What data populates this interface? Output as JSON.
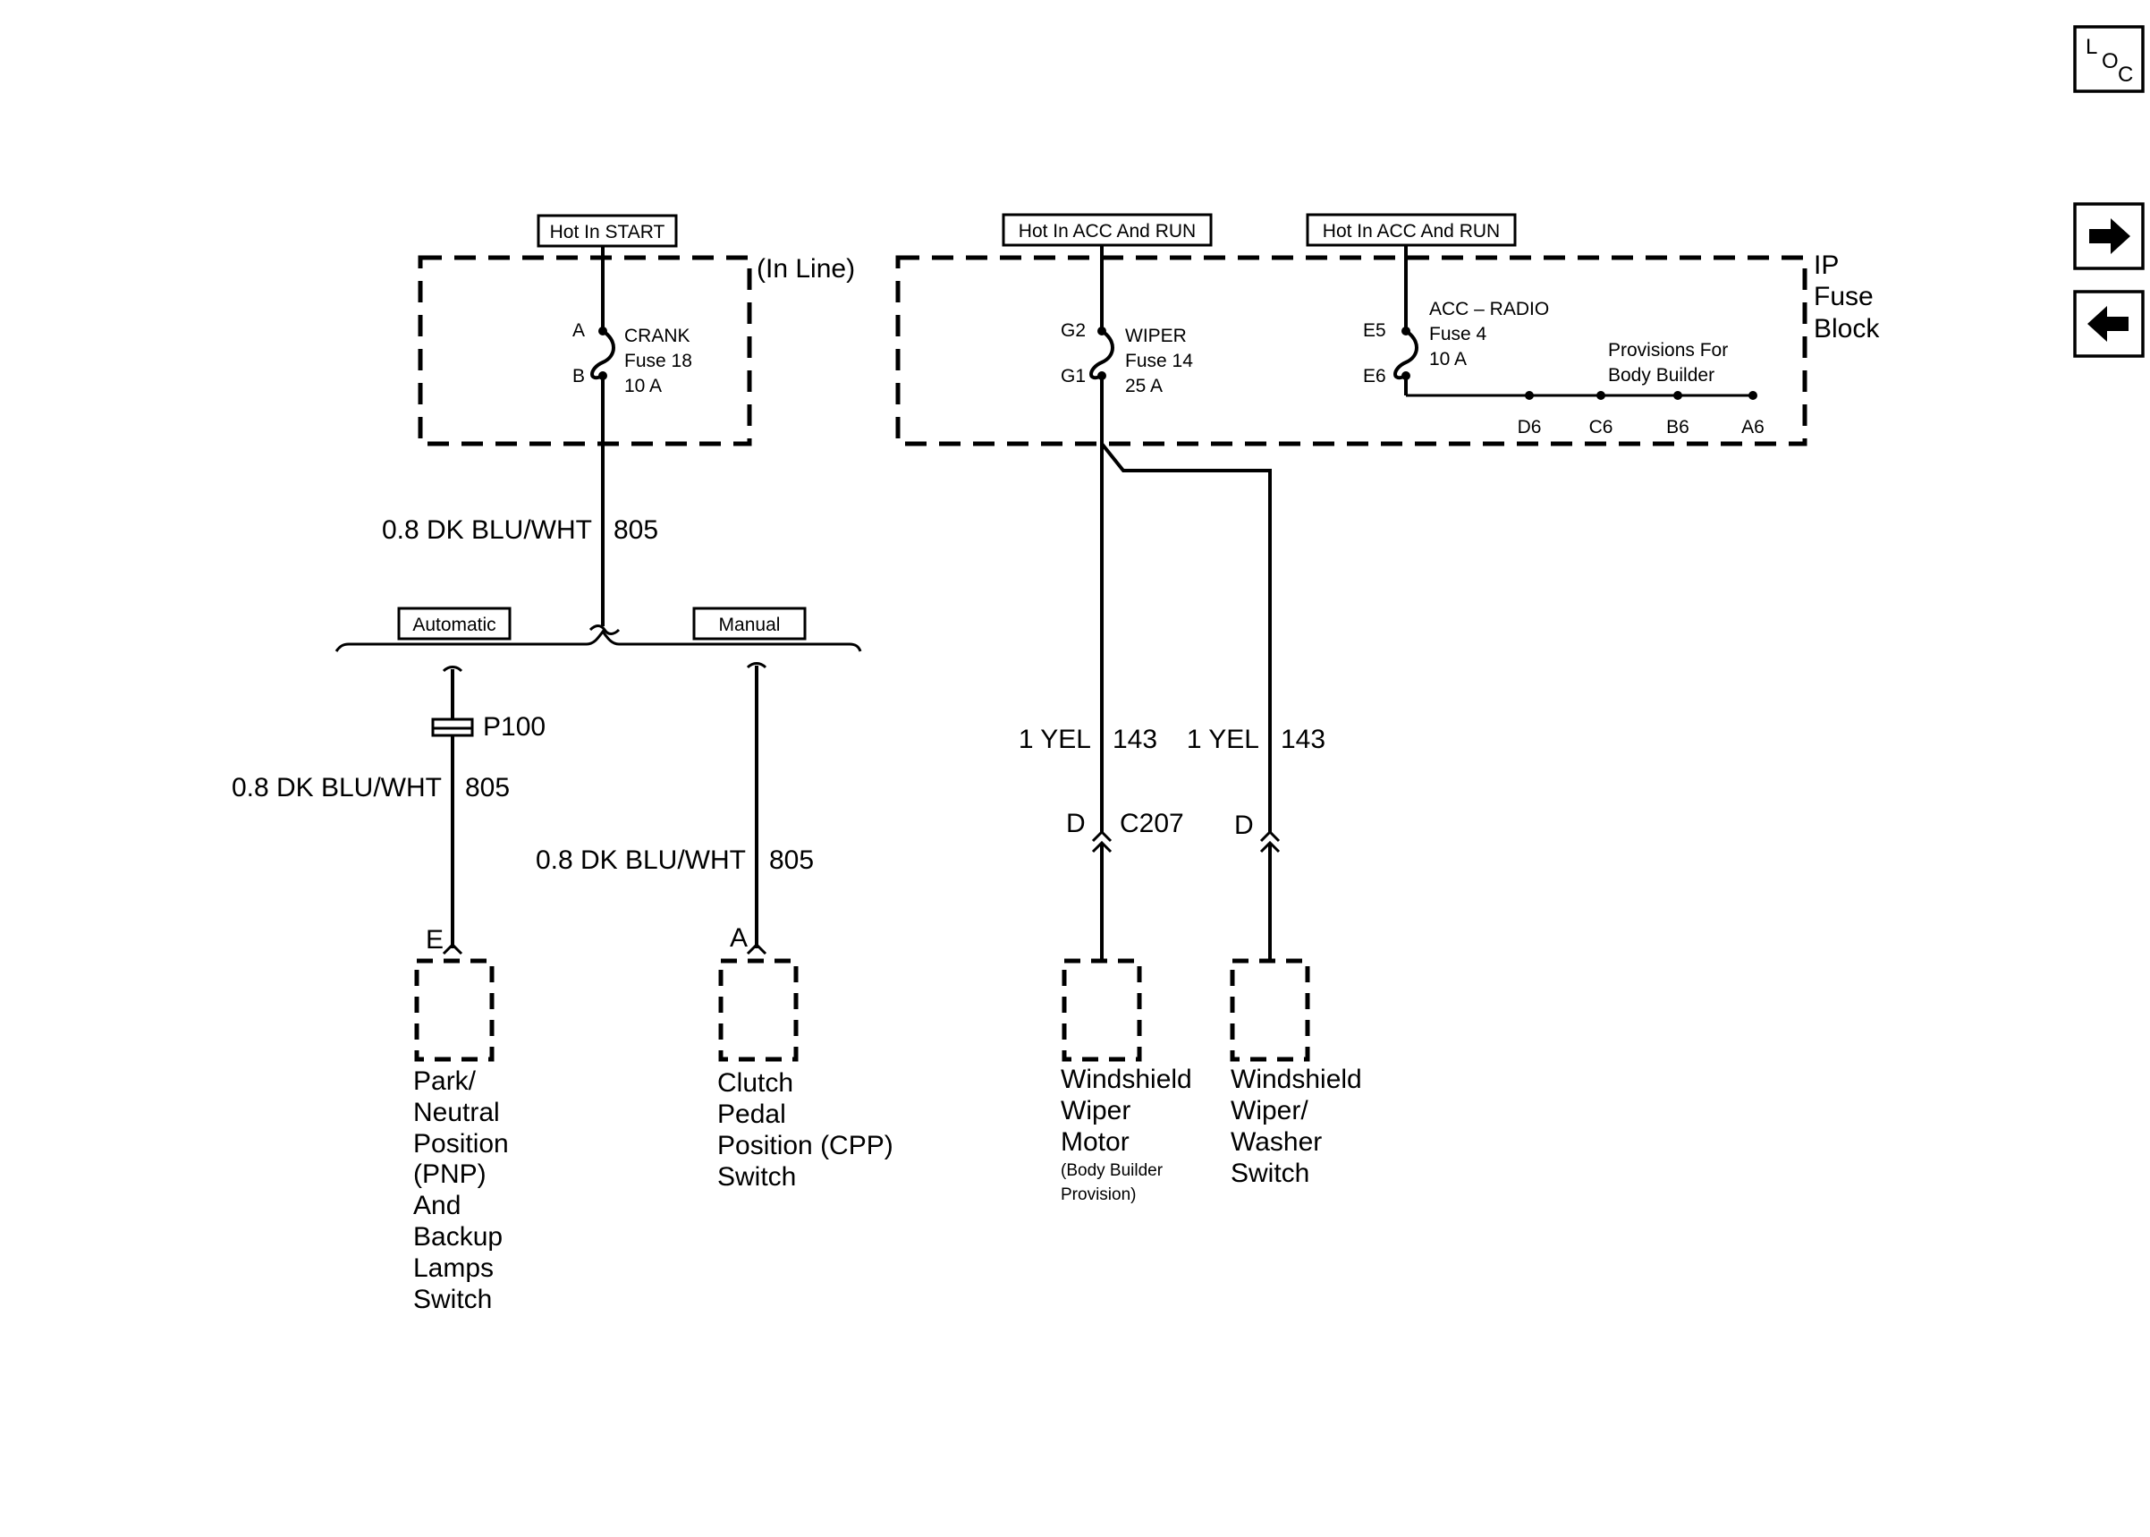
{
  "nav": {
    "loc": {
      "l": "L",
      "o": "O",
      "c": "C"
    },
    "next_icon": "arrow-right-icon",
    "prev_icon": "arrow-left-icon"
  },
  "power_labels": {
    "hot_start": "Hot In START",
    "hot_acc_run_1": "Hot In ACC And RUN",
    "hot_acc_run_2": "Hot In ACC And RUN"
  },
  "inline_fuse": {
    "location": "(In Line)",
    "pin_a": "A",
    "pin_b": "B",
    "name": "CRANK",
    "fuse": "Fuse 18",
    "rating": "10 A"
  },
  "ip_fuse_block": {
    "line1": "IP",
    "line2": "Fuse",
    "line3": "Block",
    "wiper": {
      "pin_top": "G2",
      "pin_bottom": "G1",
      "name": "WIPER",
      "fuse": "Fuse 14",
      "rating": "25 A"
    },
    "radio": {
      "pin_top": "E5",
      "pin_bottom": "E6",
      "name": "ACC – RADIO",
      "fuse": "Fuse 4",
      "rating": "10 A"
    },
    "provisions": {
      "line1": "Provisions For",
      "line2": "Body Builder"
    },
    "pins": [
      "D6",
      "C6",
      "B6",
      "A6"
    ]
  },
  "wires": {
    "crank_feed": {
      "gauge_color": "0.8 DK BLU/WHT",
      "circuit": "805"
    },
    "pnp_feed": {
      "gauge_color": "0.8 DK BLU/WHT",
      "circuit": "805"
    },
    "cpp_feed": {
      "gauge_color": "0.8 DK BLU/WHT",
      "circuit": "805"
    },
    "wiper_motor": {
      "gauge_color": "1 YEL",
      "circuit": "143"
    },
    "wiper_switch": {
      "gauge_color": "1 YEL",
      "circuit": "143"
    }
  },
  "options": {
    "automatic": "Automatic",
    "manual": "Manual"
  },
  "connectors": {
    "p100": "P100",
    "c207": "C207",
    "c207_pin_motor": "D",
    "c207_pin_switch": "D",
    "pnp_pin": "E",
    "cpp_pin": "A"
  },
  "components": {
    "pnp": [
      "Park/",
      "Neutral",
      "Position",
      "(PNP)",
      "And",
      "Backup",
      "Lamps",
      "Switch"
    ],
    "cpp": [
      "Clutch",
      "Pedal",
      "Position (CPP)",
      "Switch"
    ],
    "wiper_motor": [
      "Windshield",
      "Wiper",
      "Motor"
    ],
    "wiper_motor_note": [
      "(Body Builder",
      "Provision)"
    ],
    "wiper_switch": [
      "Windshield",
      "Wiper/",
      "Washer",
      "Switch"
    ]
  }
}
